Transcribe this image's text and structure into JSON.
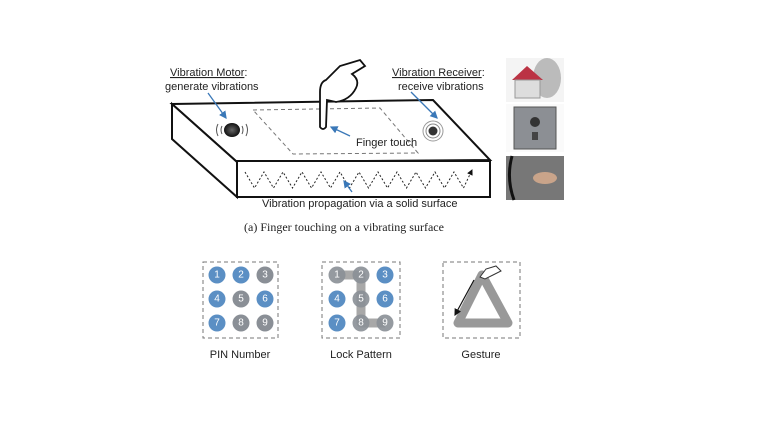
{
  "figure_a": {
    "motor_title": "Vibration Motor",
    "motor_desc": "generate vibrations",
    "receiver_title": "Vibration Receiver",
    "receiver_desc": "receive vibrations",
    "finger_label": "Finger touch",
    "propagation_label": "Vibration propagation via a solid surface",
    "caption": "(a) Finger touching on a vibrating surface",
    "colon": ":"
  },
  "patterns": {
    "digits": [
      "1",
      "2",
      "3",
      "4",
      "5",
      "6",
      "7",
      "8",
      "9"
    ],
    "pin_label": "PIN Number",
    "pin_selected": [
      "3",
      "5",
      "8",
      "9"
    ],
    "lock_label": "Lock Pattern",
    "lock_selected": [
      "1",
      "2",
      "5",
      "8",
      "9"
    ],
    "gesture_label": "Gesture"
  },
  "colors": {
    "accent": "#5b8fc4",
    "selected": "#8a8f96",
    "arrow": "#3a78b8"
  }
}
